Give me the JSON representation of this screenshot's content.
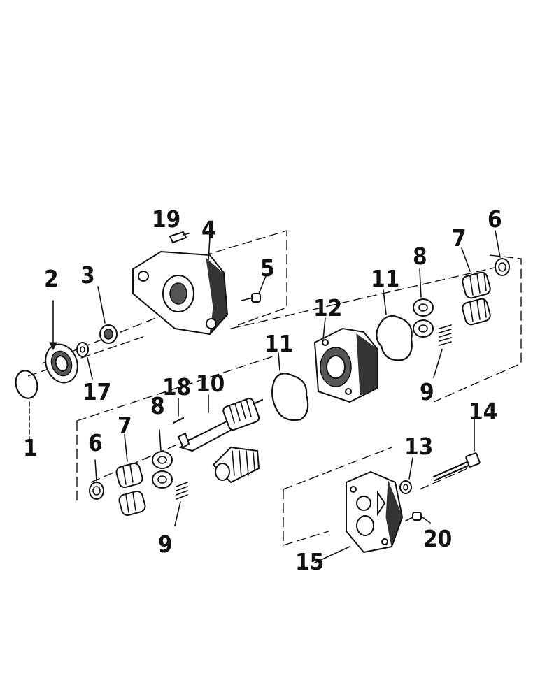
{
  "callouts": {
    "c1": "1",
    "c2": "2",
    "c3": "3",
    "c4": "4",
    "c5": "5",
    "c6a": "6",
    "c6b": "6",
    "c7a": "7",
    "c7b": "7",
    "c8a": "8",
    "c8b": "8",
    "c9a": "9",
    "c9b": "9",
    "c10": "10",
    "c11a": "11",
    "c11b": "11",
    "c12": "12",
    "c13": "13",
    "c14": "14",
    "c15": "15",
    "c17": "17",
    "c18": "18",
    "c19": "19",
    "c20": "20"
  }
}
